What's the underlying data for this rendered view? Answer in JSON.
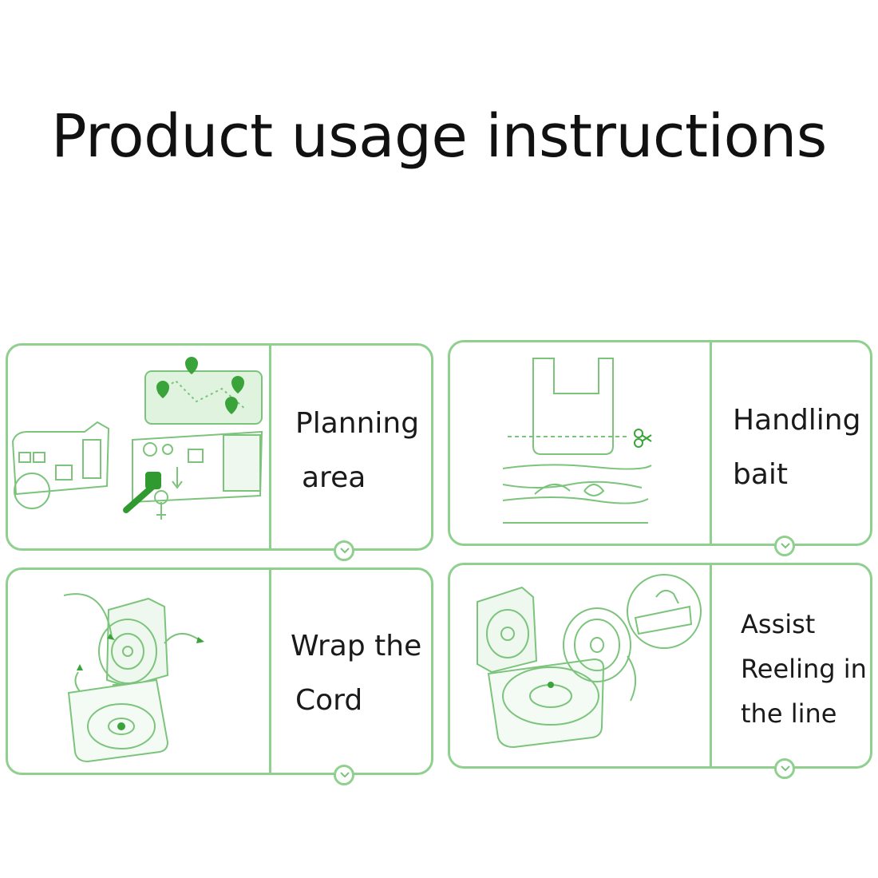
{
  "title": "Product usage instructions",
  "steps": [
    {
      "lines": [
        "Planning",
        "area"
      ],
      "icon": "planning-area-illustration"
    },
    {
      "lines": [
        "Handling",
        "bait"
      ],
      "icon": "bait-bag-illustration"
    },
    {
      "lines": [
        "Wrap the",
        "Cord"
      ],
      "icon": "cord-reel-illustration"
    },
    {
      "lines": [
        "Assist",
        "Reeling in",
        "the line"
      ],
      "icon": "reeling-assist-illustration"
    }
  ],
  "colors": {
    "accent": "#8fd08f",
    "line_art": "#7cc47c",
    "text": "#1a1a1a"
  }
}
